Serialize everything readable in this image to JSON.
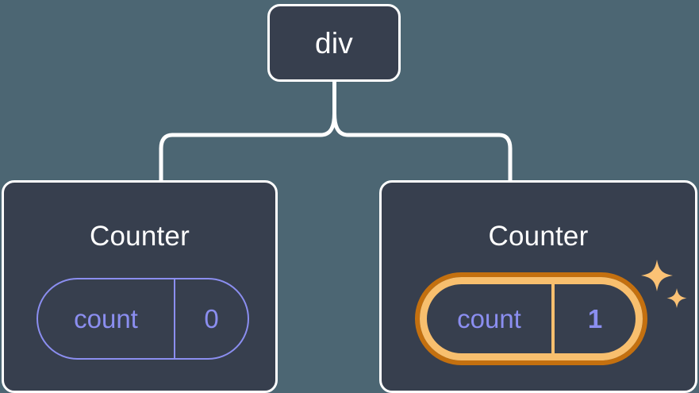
{
  "diagram": {
    "type": "component-tree",
    "background_color": "#4c6673",
    "node_fill_color": "#373f4e",
    "node_border_color": "#ffffff",
    "accent_purple": "#8b8ef0",
    "highlight_outer_orange": "#c4700f",
    "highlight_inner_orange": "#f8bf6e",
    "root": {
      "label": "div"
    },
    "children": [
      {
        "label": "Counter",
        "state": {
          "key": "count",
          "value": "0"
        },
        "highlighted": false
      },
      {
        "label": "Counter",
        "state": {
          "key": "count",
          "value": "1"
        },
        "highlighted": true,
        "sparkle_icons": [
          "sparkle-large",
          "sparkle-small"
        ]
      }
    ]
  }
}
